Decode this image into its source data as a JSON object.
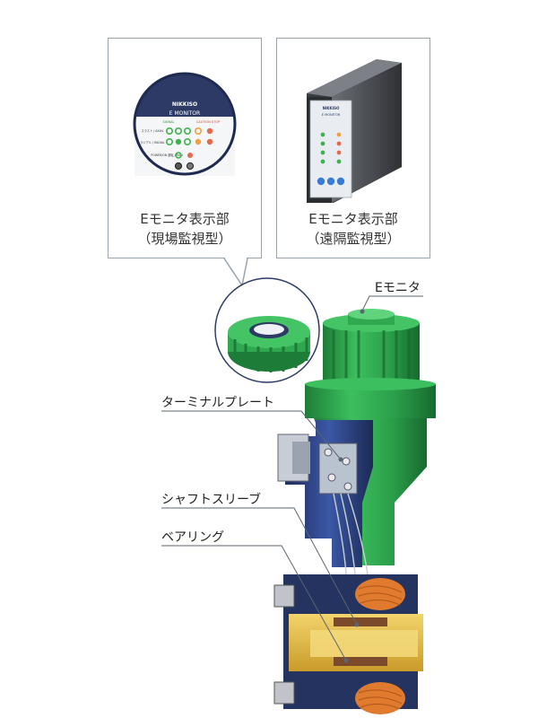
{
  "callouts": [
    {
      "title": "Eモニタ表示部",
      "subtitle": "（現場監視型）"
    },
    {
      "title": "Eモニタ表示部",
      "subtitle": "（遠隔監視型）"
    }
  ],
  "local_panel": {
    "brand": "NIKKISO",
    "product": "E MONITOR",
    "row_header_left": "SIGNAL",
    "row_header_right": "CAUTION STOP",
    "row1_label": "スラスト / AXIAL",
    "row2_label": "ラジアル / RADIAL",
    "row3_label": "POWER/ON 運転 / RUN"
  },
  "remote_panel": {
    "brand": "NIKKISO",
    "product": "E MONITOR"
  },
  "labels": {
    "e_monitor": "Eモニタ",
    "terminal_plate": "ターミナルプレート",
    "shaft_sleeve": "シャフトスリーブ",
    "bearing": "ベアリング"
  },
  "colors": {
    "motor_green": "#2fa84f",
    "motor_dark_green": "#1d7d38",
    "casing_blue": "#2b3f7c",
    "shaft_yellow": "#e8c34a",
    "coil_copper": "#e07a2e",
    "leader_line": "#5a6570"
  }
}
